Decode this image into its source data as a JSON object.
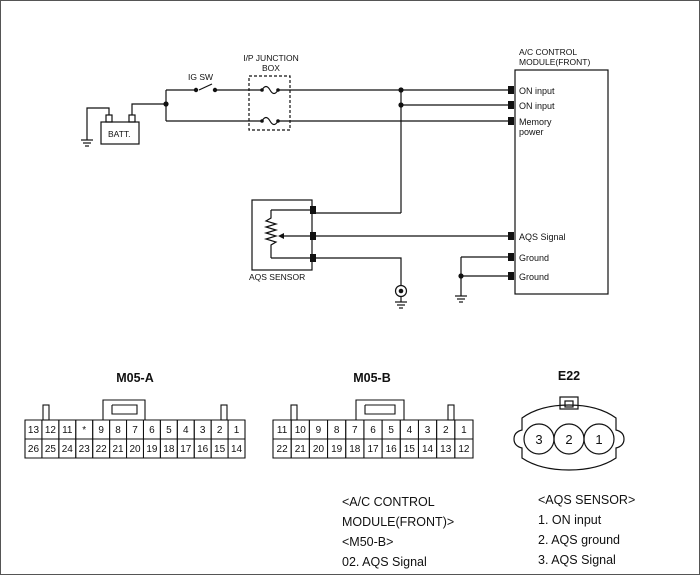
{
  "schematic": {
    "batt_label": "BATT.",
    "ig_sw_label": "IG SW",
    "junction_box_label_1": "I/P JUNCTION",
    "junction_box_label_2": "BOX",
    "module_title_1": "A/C CONTROL",
    "module_title_2": "MODULE(FRONT)",
    "module_pins": [
      "ON input",
      "ON input",
      "Memory",
      "power",
      "AQS Signal",
      "Ground",
      "Ground"
    ],
    "sensor_label": "AQS SENSOR"
  },
  "connectors": {
    "m05a": {
      "title": "M05-A",
      "top_row": [
        "13",
        "12",
        "11",
        "*",
        "9",
        "8",
        "7",
        "6",
        "5",
        "4",
        "3",
        "2",
        "1"
      ],
      "bottom_row": [
        "26",
        "25",
        "24",
        "23",
        "22",
        "21",
        "20",
        "19",
        "18",
        "17",
        "16",
        "15",
        "14"
      ]
    },
    "m05b": {
      "title": "M05-B",
      "top_row": [
        "11",
        "10",
        "9",
        "8",
        "7",
        "6",
        "5",
        "4",
        "3",
        "2",
        "1"
      ],
      "bottom_row": [
        "22",
        "21",
        "20",
        "19",
        "18",
        "17",
        "16",
        "15",
        "14",
        "13",
        "12"
      ]
    },
    "e22": {
      "title": "E22",
      "pins": [
        "3",
        "2",
        "1"
      ]
    }
  },
  "notes": {
    "module": {
      "line1": "<A/C CONTROL",
      "line2": "MODULE(FRONT)>",
      "line3": "<M50-B>",
      "line4": "02. AQS Signal"
    },
    "sensor": {
      "line1": "<AQS SENSOR>",
      "line2": "1. ON input",
      "line3": "2. AQS ground",
      "line4": "3. AQS Signal"
    }
  }
}
